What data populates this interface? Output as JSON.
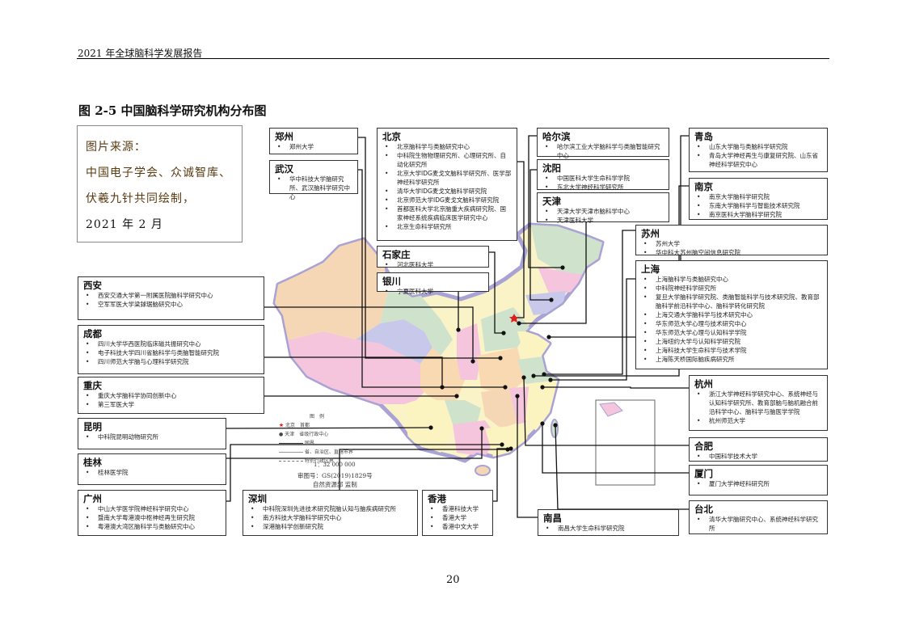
{
  "header": {
    "title": "2021 年全球脑科学发展报告"
  },
  "figure": {
    "title": "图 2-5  中国脑科学研究机构分布图"
  },
  "source": {
    "line1": "图片来源：",
    "line2": "中国电子学会、众诚智库、",
    "line3": "伏羲九针共同绘制，",
    "line4": "2021 年 2 月"
  },
  "legend": {
    "title": "图　例",
    "capital_name": "北京",
    "capital_label": "首都",
    "provincial_name": "天津",
    "provincial_label": "省级行政中心",
    "border_label": "国界",
    "province_border_label": "省、自治区、直辖市界",
    "sar_border_label": "特别行政区界",
    "scale": "1：32 000 000",
    "approval_no": "审图号：GS(2019)1829号",
    "supervisor": "自然资源部 监制"
  },
  "boxes": [
    {
      "city": "郑州",
      "items": [
        "郑州大学"
      ]
    },
    {
      "city": "武汉",
      "items": [
        "华中科技大学脑研究所、武汉脑科学研究中心"
      ]
    },
    {
      "city": "北京",
      "items": [
        "北京脑科学与类脑研究中心",
        "中科院生物物理研究所、心理研究所、自动化研究所",
        "北京大学IDG麦戈文脑科学研究所、医学部神经科学研究所",
        "清华大学IDG麦戈文脑科学研究院",
        "北京师范大学IDG麦戈文脑科学研究院",
        "首都医科大学北京脑重大疾病研究院、国家神经系统疾病临床医学研究中心",
        "北京生命科学研究所"
      ]
    },
    {
      "city": "石家庄",
      "items": [
        "河北医科大学"
      ]
    },
    {
      "city": "银川",
      "items": [
        "宁夏医科大学"
      ]
    },
    {
      "city": "哈尔滨",
      "items": [
        "哈尔滨工业大学脑科学与类脑智能研究中心"
      ]
    },
    {
      "city": "沈阳",
      "items": [
        "中国医科大学生命科学学院",
        "东北大学神经科学研究所"
      ]
    },
    {
      "city": "天津",
      "items": [
        "天津大学天津市脑科学中心",
        "天津医科大学"
      ]
    },
    {
      "city": "青岛",
      "items": [
        "山东大学脑与类脑科学研究院",
        "青岛大学神经再生与康复研究院、山东省神经科学研究中心"
      ]
    },
    {
      "city": "南京",
      "items": [
        "南京大学脑科学研究院",
        "东南大学脑科学与智能技术研究院",
        "南京医科大学脑科学研究院"
      ]
    },
    {
      "city": "苏州",
      "items": [
        "苏州大学",
        "华中科大苏州脑空间信息研究院"
      ]
    },
    {
      "city": "上海",
      "items": [
        "上海脑科学与类脑研究中心",
        "中科院神经科学研究所",
        "复旦大学脑科学研究院、类脑智能科学与技术研究院、教育部脑科学前沿科学中心、脑科学转化研究院",
        "上海交通大学脑科学与技术研究中心",
        "华东师范大学心理与技术研究中心",
        "华东师范大学心理与认知科学学院",
        "上海纽约大学与认知科学研究院",
        "上海科技大学生命科学与技术学院",
        "上海陈天桥国际脑疾病研究所"
      ]
    },
    {
      "city": "杭州",
      "items": [
        "浙江大学神经科学研究中心、系统神经与认知科学研究所、教育部脑与脑机融合前沿科学中心、脑科学与脑医学学院",
        "杭州师范大学"
      ]
    },
    {
      "city": "合肥",
      "items": [
        "中国科学技术大学"
      ]
    },
    {
      "city": "厦门",
      "items": [
        "厦门大学神经科研究所"
      ]
    },
    {
      "city": "台北",
      "items": [
        "清华大学脑研究中心、系统神经科学研究所"
      ]
    },
    {
      "city": "西安",
      "items": [
        "西安交通大学第一附属医院脑科学研究中心",
        "空军军医大学梁銶琚脑研究中心"
      ]
    },
    {
      "city": "成都",
      "items": [
        "四川大学华西医院临床磁共振研究中心",
        "电子科技大学四川省脑科学与类脑智能研究院",
        "四川师范大学脑与心理科学研究院"
      ]
    },
    {
      "city": "重庆",
      "items": [
        "重庆大学脑科学协同创新中心",
        "第三军医大学"
      ]
    },
    {
      "city": "昆明",
      "items": [
        "中科院昆明动物研究所"
      ]
    },
    {
      "city": "桂林",
      "items": [
        "桂林医学院"
      ]
    },
    {
      "city": "广州",
      "items": [
        "中山大学医学院神经科学研究中心",
        "暨南大学粤港澳中枢神经再生研究院",
        "粤港澳大湾区脑科学与类脑研究中心"
      ]
    },
    {
      "city": "深圳",
      "items": [
        "中科院深圳先进技术研究院脑认知与脑疾病研究所",
        "南方科技大学脑科学研究中心",
        "深港脑科学创新研究院"
      ]
    },
    {
      "city": "香港",
      "items": [
        "香港科技大学",
        "香港大学",
        "香港中文大学"
      ]
    },
    {
      "city": "南昌",
      "items": [
        "南昌大学生命科学研究院"
      ]
    }
  ],
  "page": {
    "number": "20"
  },
  "colors": {
    "capital_star": "#e0201a",
    "map_border": "#9a92c8"
  }
}
